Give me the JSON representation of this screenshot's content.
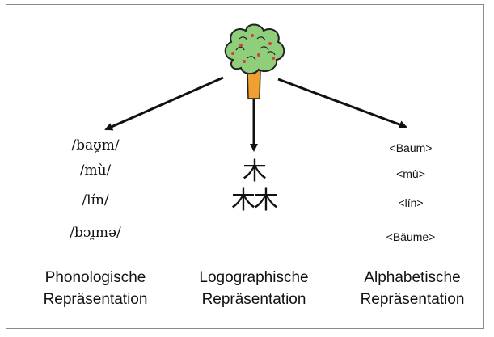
{
  "icons": {
    "tree": "tree-icon"
  },
  "colors": {
    "foliage": "#8fce7a",
    "trunk": "#f0a030",
    "berries": "#d04040",
    "frame": "#8a8a8a"
  },
  "columns": [
    {
      "caption_line1": "Phonologische",
      "caption_line2": "Repräsentation",
      "items": [
        "/baʊ̯m/",
        "/mù/",
        "/lɪ́n/",
        "/bɔɪ̯mə/"
      ]
    },
    {
      "caption_line1": "Logographische",
      "caption_line2": "Repräsentation",
      "items": [
        "木",
        "木木"
      ]
    },
    {
      "caption_line1": "Alphabetische",
      "caption_line2": "Repräsentation",
      "items": [
        "<Baum>",
        "<mù>",
        "<lín>",
        "<Bäume>"
      ]
    }
  ]
}
